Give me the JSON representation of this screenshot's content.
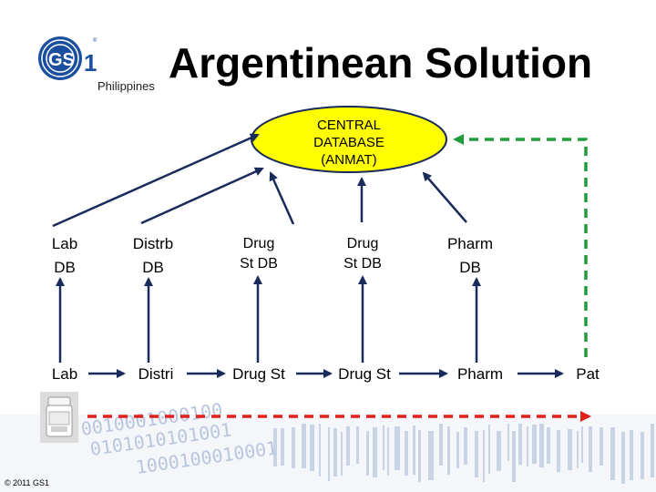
{
  "header": {
    "title": "Argentinean Solution",
    "country": "Philippines",
    "logo_text": "GS1"
  },
  "central": {
    "line1": "CENTRAL",
    "line2": "DATABASE",
    "line3": "(ANMAT)"
  },
  "databases": [
    {
      "line1": "Lab",
      "line2": "DB"
    },
    {
      "line1": "Distrb",
      "line2": "DB"
    },
    {
      "line1": "Drug",
      "line2": "St DB"
    },
    {
      "line1": "Drug",
      "line2": "St DB"
    },
    {
      "line1": "Pharm",
      "line2": "DB"
    }
  ],
  "actors": [
    "Lab",
    "Distri",
    "Drug St",
    "Drug St",
    "Pharm",
    "Pat"
  ],
  "footer": {
    "copyright": "© 2011 GS1"
  },
  "colors": {
    "central_fill": "#ffff00",
    "arrow": "#1a2a5a",
    "dashed_green": "#1f9d3a",
    "dashed_red": "#e0201b",
    "logo_blue": "#1a4fa0"
  }
}
